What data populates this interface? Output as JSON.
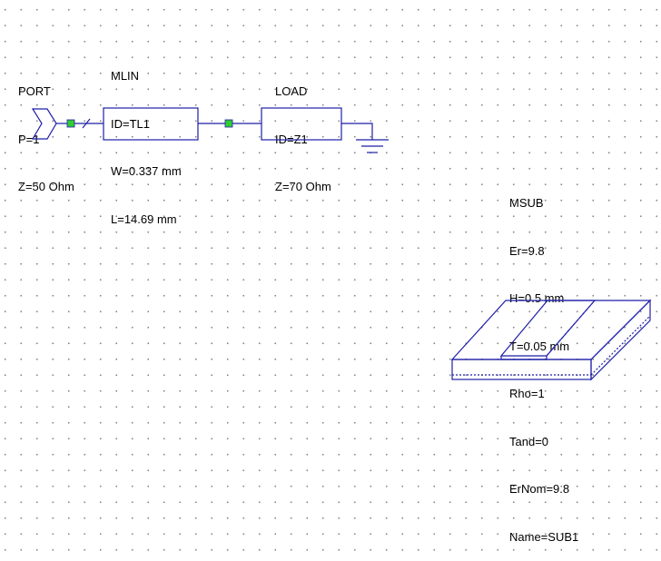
{
  "colors": {
    "wire": "#1e1ea8",
    "node": "#33cc33",
    "background": "#ffffff",
    "grid_dot": "#8a8a8a"
  },
  "port": {
    "title": "PORT",
    "params": [
      "P=1",
      "Z=50 Ohm"
    ],
    "icon": "port-triangle-icon"
  },
  "mlin": {
    "title": "MLIN",
    "params": [
      "ID=TL1",
      "W=0.337 mm",
      "L=14.69 mm"
    ],
    "icon": "microstrip-line-icon"
  },
  "load": {
    "title": "LOAD",
    "params": [
      "ID=Z1",
      "Z=70 Ohm"
    ],
    "icon": "load-resistor-icon"
  },
  "ground": {
    "icon": "ground-icon"
  },
  "msub": {
    "title": "MSUB",
    "params": [
      "Er=9.8",
      "H=0.5 mm",
      "T=0.05 mm",
      "Rho=1",
      "Tand=0",
      "ErNom=9.8",
      "Name=SUB1"
    ],
    "icon": "substrate-3d-icon"
  }
}
